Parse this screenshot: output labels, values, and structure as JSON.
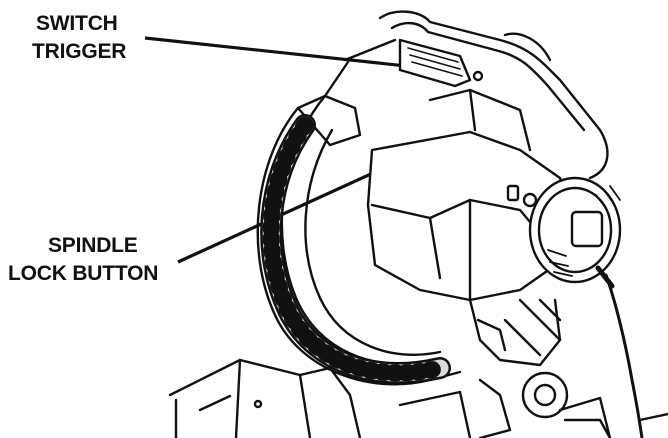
{
  "callouts": {
    "switch_trigger": {
      "line1": "SWITCH",
      "line2": "TRIGGER"
    },
    "spindle_lock": {
      "line1": "SPINDLE",
      "line2": "LOCK BUTTON"
    }
  },
  "colors": {
    "ink": "#111111",
    "paper": "#ffffff",
    "tooth": "#d9d9d9"
  },
  "icons": [
    "miter-saw-illustration",
    "saw-blade",
    "motor-housing",
    "handle",
    "power-cord"
  ]
}
